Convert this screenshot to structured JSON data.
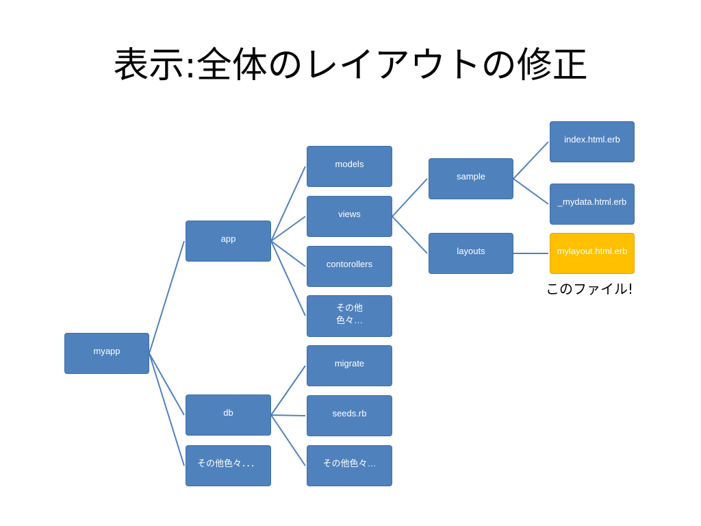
{
  "slide": {
    "title": "表示:全体のレイアウトの修正"
  },
  "tree": {
    "root": "myapp",
    "level1": {
      "app": "app",
      "db": "db",
      "other": "その他色々．．．"
    },
    "app_children": {
      "models": "models",
      "views": "views",
      "controllers": "contorollers",
      "other": "その他\n色々…"
    },
    "db_children": {
      "migrate": "migrate",
      "seeds": "seeds.rb",
      "other": "その他色々…"
    },
    "views_children": {
      "sample": "sample",
      "layouts": "layouts"
    },
    "sample_files": {
      "index": "index.html.erb",
      "mydata": "_mydata.html.erb"
    },
    "layouts_files": {
      "mylayout": "mylayout.html.erb"
    }
  },
  "annotation": "このファイル!",
  "colors": {
    "node_fill": "#4f81bd",
    "highlight_fill": "#ffc000",
    "connector": "#4f81bd"
  }
}
